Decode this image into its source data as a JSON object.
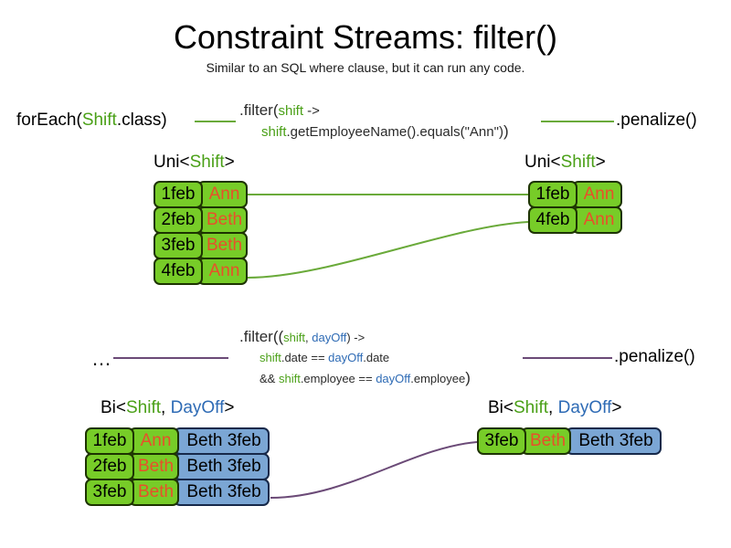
{
  "slide": {
    "title": "Constraint Streams: filter()",
    "subtitle": "Similar to an SQL where clause, but it can run any code."
  },
  "colors": {
    "shift_green": "#4aa017",
    "dayoff_blue": "#2e6bb5",
    "tuple_green_fill": "#77cc28",
    "tuple_blue_fill": "#7ba6d4",
    "name_orange": "#e8502a",
    "wire_green": "#6aaa3a",
    "wire_purple": "#6b4a77"
  },
  "uni_section": {
    "source_label": {
      "prefix": "forEach(",
      "type": "Shift",
      "suffix": ".class)"
    },
    "filter_code": {
      "line1_a": ".filter(",
      "line1_var": "shift",
      "line1_b": " ->",
      "line2_var": "shift",
      "line2_b": ".getEmployeeName().equals(\"Ann\")",
      "line2_close": ")"
    },
    "sink_label": ".penalize()",
    "input_stream": {
      "prefix": "Uni<",
      "type1": "Shift",
      "suffix": ">"
    },
    "output_stream": {
      "prefix": "Uni<",
      "type1": "Shift",
      "suffix": ">"
    },
    "input_rows": [
      {
        "date": "1feb",
        "name": "Ann"
      },
      {
        "date": "2feb",
        "name": "Beth"
      },
      {
        "date": "3feb",
        "name": "Beth"
      },
      {
        "date": "4feb",
        "name": "Ann"
      }
    ],
    "output_rows": [
      {
        "date": "1feb",
        "name": "Ann"
      },
      {
        "date": "4feb",
        "name": "Ann"
      }
    ]
  },
  "bi_section": {
    "source_label": "…",
    "filter_code": {
      "line1_a": ".filter((",
      "line1_var1": "shift",
      "line1_sep": ", ",
      "line1_var2": "dayOff",
      "line1_b": ") ->",
      "line2_var1": "shift",
      "line2_mid": ".date == ",
      "line2_var2": "dayOff",
      "line2_end": ".date",
      "line3_pre": "&& ",
      "line3_var1": "shift",
      "line3_mid": ".employee == ",
      "line3_var2": "dayOff",
      "line3_end": ".employee",
      "line3_close": ")"
    },
    "sink_label": ".penalize()",
    "input_stream": {
      "prefix": "Bi<",
      "type1": "Shift",
      "sep": ", ",
      "type2": "DayOff",
      "suffix": ">"
    },
    "output_stream": {
      "prefix": "Bi<",
      "type1": "Shift",
      "sep": ", ",
      "type2": "DayOff",
      "suffix": ">"
    },
    "input_rows": [
      {
        "date": "1feb",
        "name": "Ann",
        "dayoff": "Beth 3feb"
      },
      {
        "date": "2feb",
        "name": "Beth",
        "dayoff": "Beth 3feb"
      },
      {
        "date": "3feb",
        "name": "Beth",
        "dayoff": "Beth 3feb"
      }
    ],
    "output_rows": [
      {
        "date": "3feb",
        "name": "Beth",
        "dayoff": "Beth 3feb"
      }
    ]
  }
}
